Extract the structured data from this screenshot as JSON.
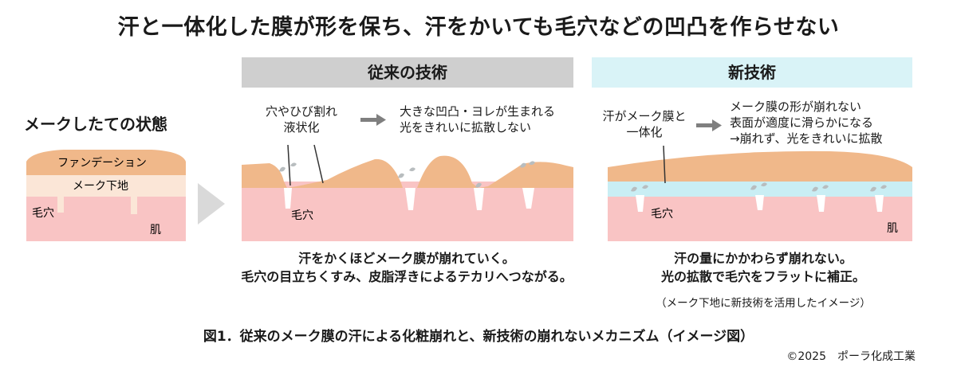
{
  "title": "汗と一体化した膜が形を保ち、汗をかいても毛穴などの凹凸を作らせない",
  "left_panel": {
    "heading": "メークしたての状態",
    "labels": {
      "foundation": "ファンデーション",
      "base": "メーク下地",
      "pore": "毛穴",
      "skin": "肌"
    }
  },
  "conventional": {
    "header": "従来の技術",
    "note_pore": "穴やひび割れ\n液状化",
    "note_result": "大きな凹凸・ヨレが生まれる\n光をきれいに拡散しない",
    "label_pore": "毛穴",
    "caption": "汗をかくほどメーク膜が崩れていく。\n毛穴の目立ちくすみ、皮脂浮きによるテカリへつながる。"
  },
  "new_tech": {
    "header": "新技術",
    "note_sweat": "汗がメーク膜と\n一体化",
    "note_result": "メーク膜の形が崩れない\n表面が適度に滑らかになる\n→崩れず、光をきれいに拡散",
    "label_pore": "毛穴",
    "label_skin": "肌",
    "caption": "汗の量にかかわらず崩れない。\n光の拡散で毛穴をフラットに補正。",
    "sub_caption": "（メーク下地に新技術を活用したイメージ）"
  },
  "figure_caption": "図1．従来のメーク膜の汗による化粧崩れと、新技術の崩れないメカニズム（イメージ図）",
  "copyright": "©2025　ポーラ化成工業",
  "colors": {
    "skin": "#f9c4c4",
    "foundation": "#f0b88a",
    "base_left": "#fbe6d7",
    "base_new": "#c9eef4",
    "band_old": "#cfcfcf",
    "band_new": "#d9f3f7",
    "arrow": "#7f7f7f"
  },
  "icons": [
    "arrow-right-icon",
    "chevron-right-icon",
    "sweat-droplet-icon"
  ]
}
